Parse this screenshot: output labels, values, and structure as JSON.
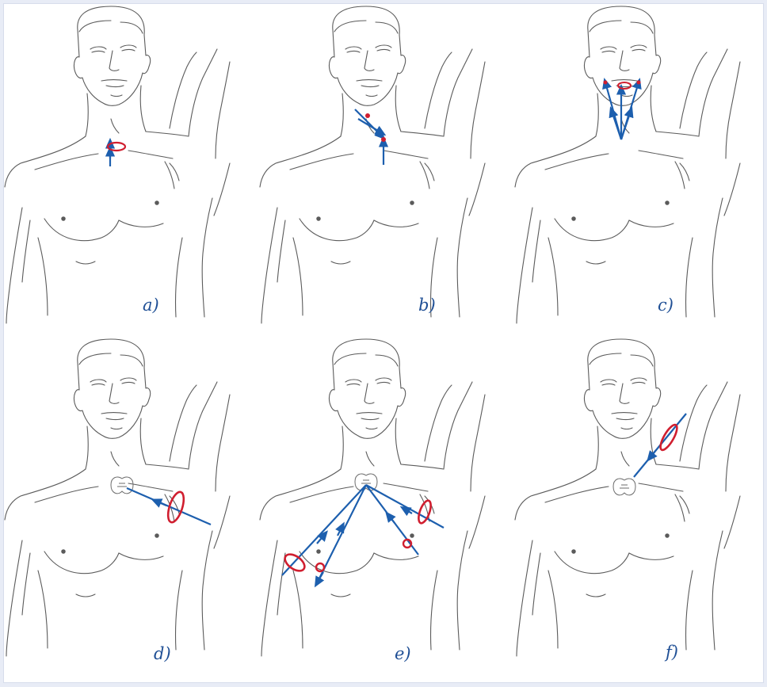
{
  "figure": {
    "panels": [
      {
        "id": "a",
        "caption": "a)"
      },
      {
        "id": "b",
        "caption": "b)"
      },
      {
        "id": "c",
        "caption": "c)"
      },
      {
        "id": "d",
        "caption": "d)"
      },
      {
        "id": "e",
        "caption": "e)"
      },
      {
        "id": "f",
        "caption": "f)"
      }
    ]
  },
  "colors": {
    "sketch": "#5b5b5b",
    "arrow": "#1d5fae",
    "marker": "#d01e2f",
    "caption": "#1f4f95",
    "background": "#e8ecf6"
  }
}
